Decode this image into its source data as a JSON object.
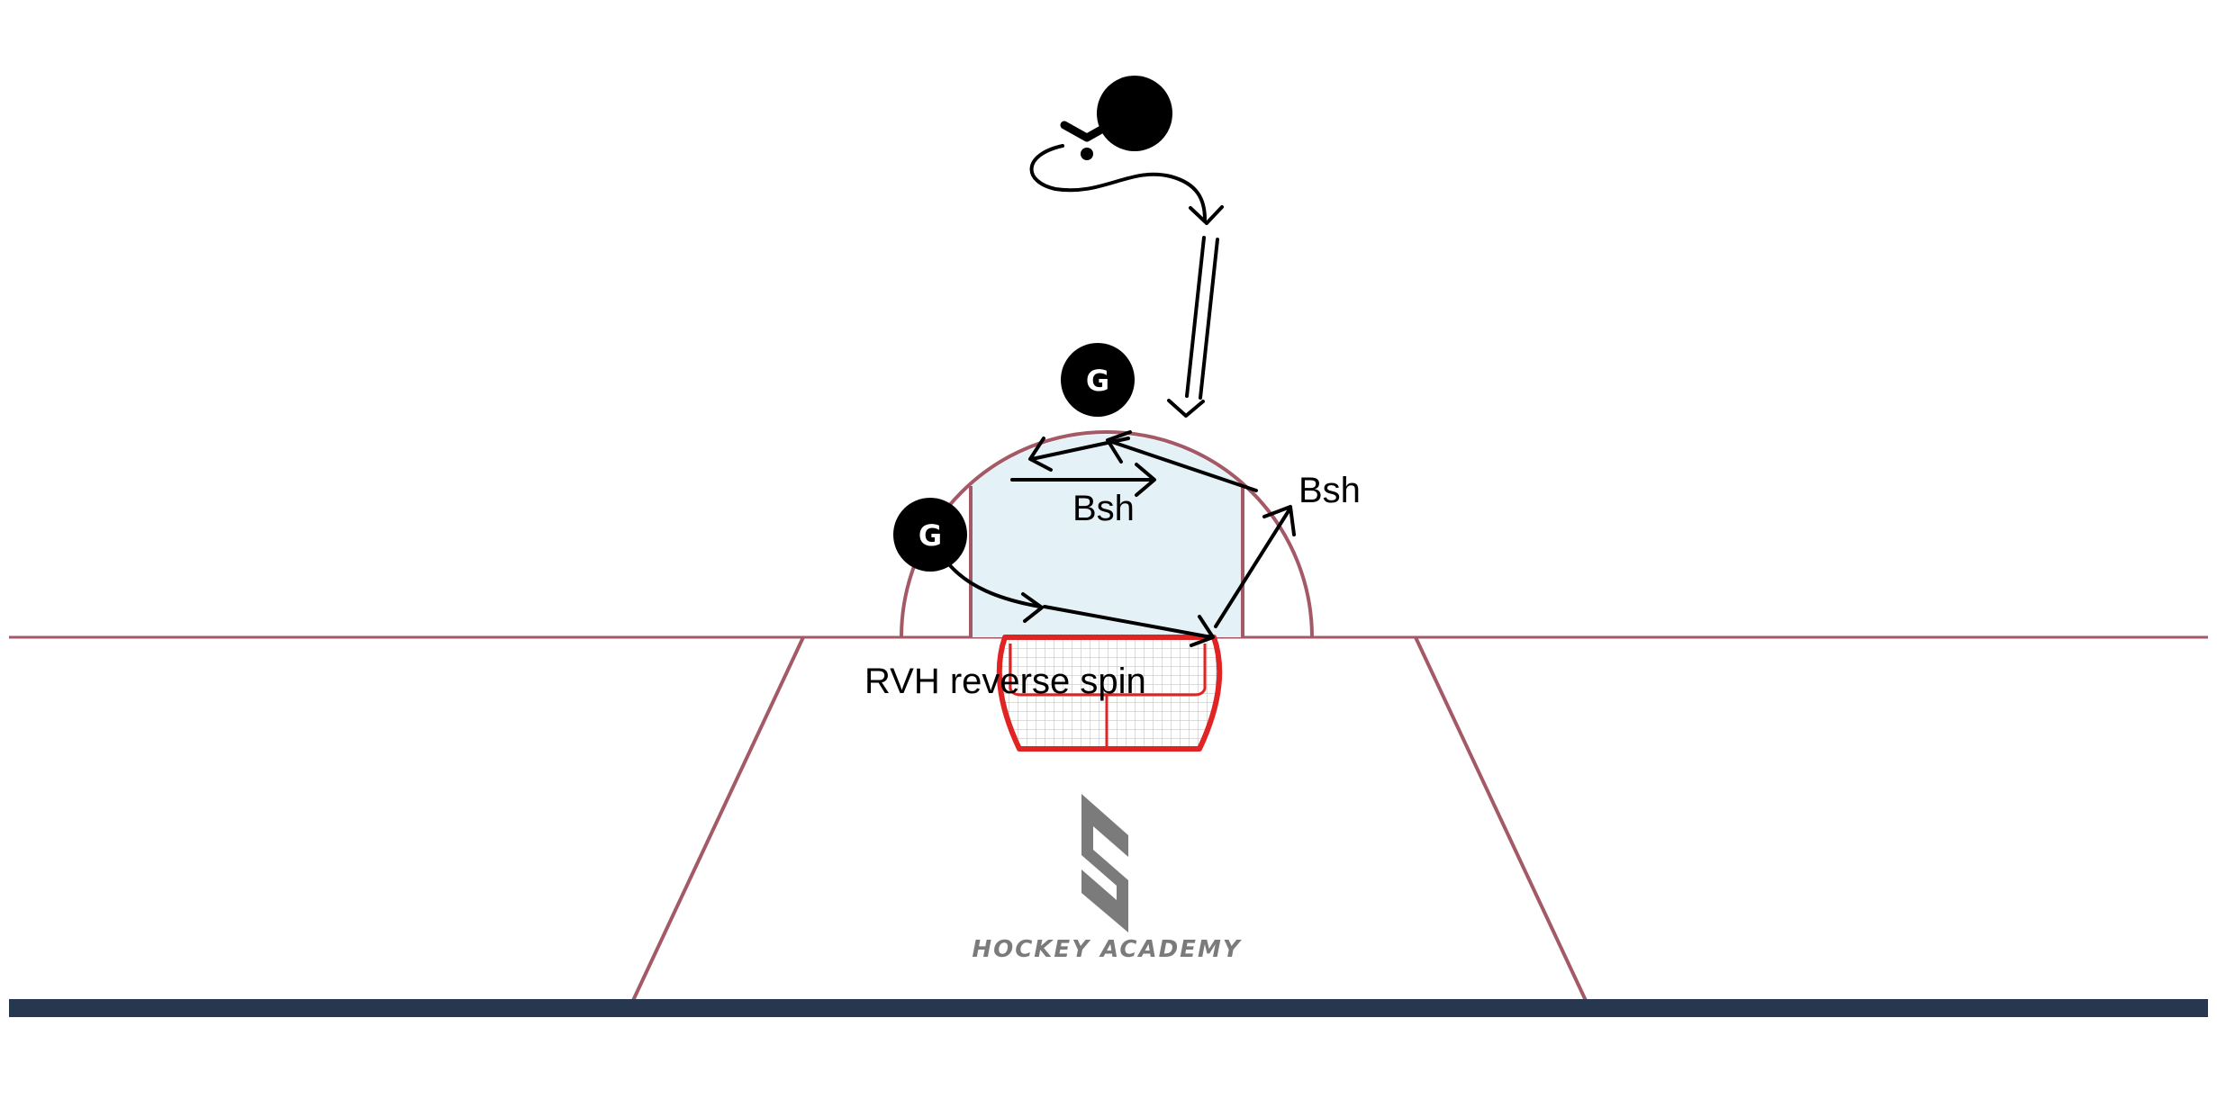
{
  "colors": {
    "rink_line": "#a35a66",
    "goal_red": "#e02424",
    "crease_fill": "#e4f2f7",
    "backline": "#26374f",
    "ink": "#000000",
    "logo_grey": "#7b7b7b"
  },
  "players": [
    {
      "name": "coach",
      "label": ""
    },
    {
      "name": "goalkeeper-top",
      "label": "G"
    },
    {
      "name": "goalkeeper-left",
      "label": "G"
    }
  ],
  "labels": {
    "bsh_right": "Bsh",
    "bsh_center": "Bsh",
    "rvh": "RVH reverse spin"
  },
  "logo": {
    "text": "HOCKEY ACADEMY",
    "icon": "hockey-academy-logo-icon"
  }
}
